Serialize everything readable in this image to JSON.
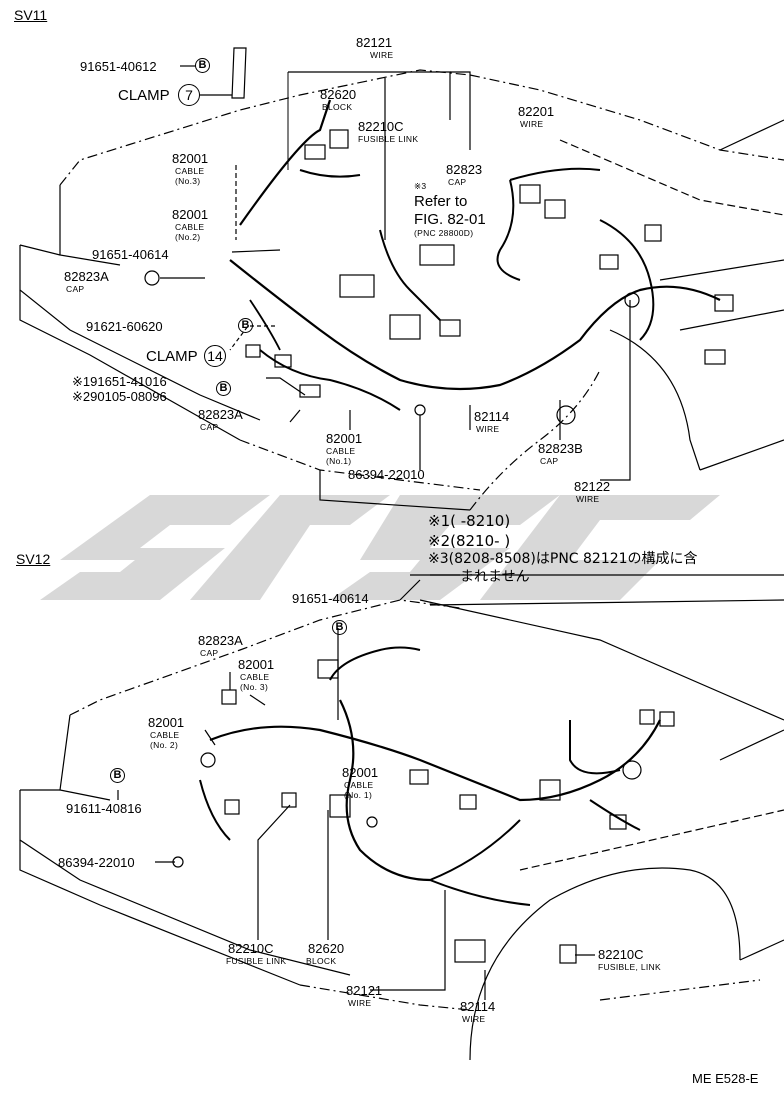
{
  "sections": {
    "top": "SV11",
    "bottom": "SV12"
  },
  "top_labels": {
    "p91651_40612": "91651-40612",
    "clamp7": "CLAMP",
    "clamp7_num": "7",
    "p82121": "82121",
    "p82121_sub": "WIRE",
    "p82620": "82620",
    "p82620_sub": "BLOCK",
    "p82210c": "82210C",
    "p82210c_sub": "FUSIBLE LINK",
    "p82201": "82201",
    "p82201_sub": "WIRE",
    "p82001_3": "82001",
    "p82001_3_sub1": "CABLE",
    "p82001_3_sub2": "(No.3)",
    "p82823": "82823",
    "p82823_star": "※3",
    "p82823_sub": "CAP",
    "refer1": "Refer to",
    "refer2": "FIG. 82-01",
    "refer3": "(PNC 28800D)",
    "p82001_2": "82001",
    "p82001_2_sub1": "CABLE",
    "p82001_2_sub2": "(No.2)",
    "p91651_40614": "91651-40614",
    "p82823a": "82823A",
    "p82823a_sub": "CAP",
    "p91621_60620": "91621-60620",
    "clamp14": "CLAMP",
    "clamp14_num": "14",
    "p191651": "※191651-41016",
    "p290105": "※290105-08096",
    "p82823a_2": "82823A",
    "p82823a_2_sub": "CAP",
    "p82001_1": "82001",
    "p82001_1_sub1": "CABLE",
    "p82001_1_sub2": "(No.1)",
    "p82114": "82114",
    "p82114_sub": "WIRE",
    "p86394": "86394-22010",
    "p82823b": "82823B",
    "p82823b_sub": "CAP",
    "p82122": "82122",
    "p82122_sub": "WIRE"
  },
  "notes": {
    "n1": "※1(        -8210)",
    "n2": "※2(8210-        )",
    "n3": "※3(8208-8508)はPNC 82121の構成に含",
    "n3b": "まれません"
  },
  "bottom_labels": {
    "p91651_40614": "91651-40614",
    "p82823a": "82823A",
    "p82823a_sub": "CAP",
    "p82001_3": "82001",
    "p82001_3_sub1": "CABLE",
    "p82001_3_sub2": "(No. 3)",
    "p82001_2": "82001",
    "p82001_2_sub1": "CABLE",
    "p82001_2_sub2": "(No. 2)",
    "p82001_1": "82001",
    "p82001_1_sub1": "CABLE",
    "p82001_1_sub2": "(No. 1)",
    "p91611_40816": "91611-40816",
    "p86394": "86394-22010",
    "p82210c": "82210C",
    "p82210c_sub": "FUSIBLE LINK",
    "p82620": "82620",
    "p82620_sub": "BLOCK",
    "p82121": "82121",
    "p82121_sub": "WIRE",
    "p82114": "82114",
    "p82114_sub": "WIRE",
    "p82210c_r": "82210C",
    "p82210c_r_sub": "FUSIBLE, LINK"
  },
  "markers": {
    "b": "B"
  },
  "footer": "ME E528-E"
}
